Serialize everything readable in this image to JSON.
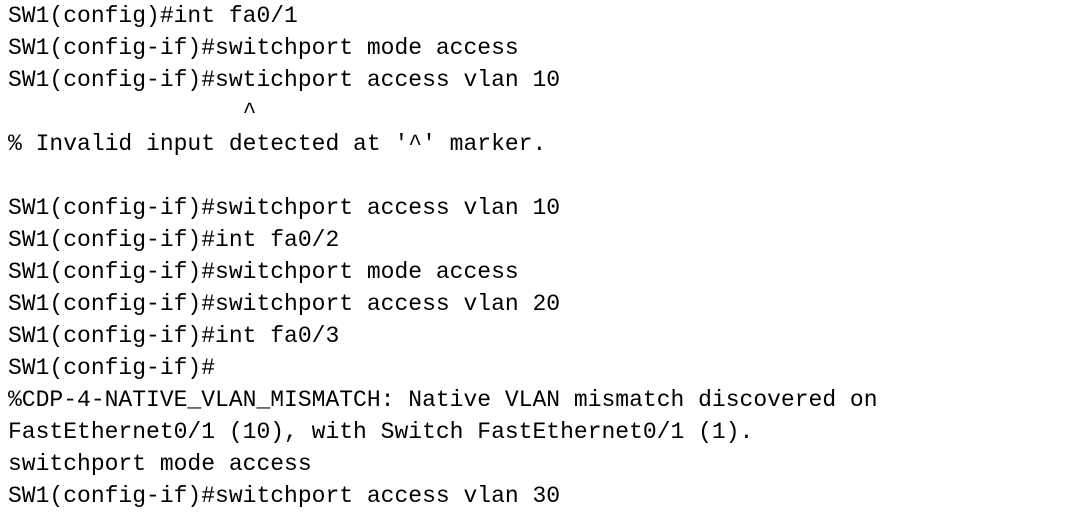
{
  "terminal": {
    "lines": [
      "SW1(config)#int fa0/1",
      "SW1(config-if)#switchport mode access",
      "SW1(config-if)#swtichport access vlan 10",
      "                 ^",
      "% Invalid input detected at '^' marker.",
      "",
      "SW1(config-if)#switchport access vlan 10",
      "SW1(config-if)#int fa0/2",
      "SW1(config-if)#switchport mode access",
      "SW1(config-if)#switchport access vlan 20",
      "SW1(config-if)#int fa0/3",
      "SW1(config-if)#",
      "%CDP-4-NATIVE_VLAN_MISMATCH: Native VLAN mismatch discovered on",
      "FastEthernet0/1 (10), with Switch FastEthernet0/1 (1).",
      "switchport mode access",
      "SW1(config-if)#switchport access vlan 30"
    ]
  }
}
